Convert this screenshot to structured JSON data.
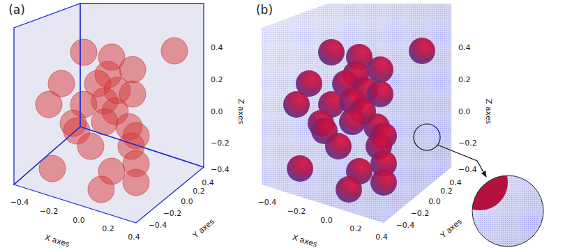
{
  "diagram": {
    "labels": [
      "(a)",
      "−0.4",
      "−0.2",
      "0.0",
      "0.2",
      "0.4",
      "X axes",
      "−0.4",
      "−0.2",
      "0.0",
      "0.2",
      "0.4",
      "Y axes",
      "0.4",
      "0.2",
      "0.0",
      "−0.2",
      "−0.4",
      "Z axes",
      "(b)",
      "−0.4",
      "−0.2",
      "0.0",
      "0.2",
      "0.4",
      "X axes",
      "−0.4",
      "−0.2",
      "0.0",
      "0.2",
      "0.4",
      "Y axes",
      "0.4",
      "0.2",
      "0.0",
      "−0.2",
      "−0.4",
      "Z axes"
    ]
  }
}
